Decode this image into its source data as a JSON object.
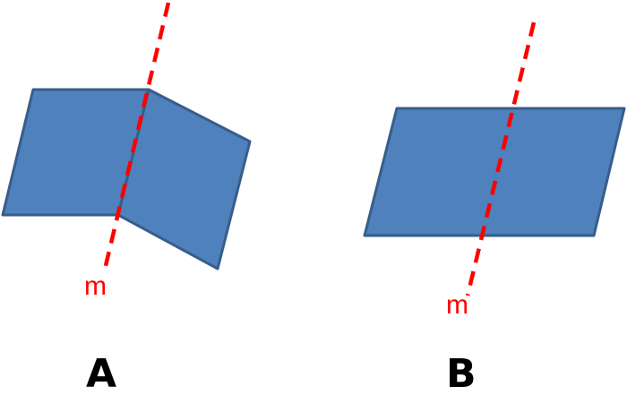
{
  "figures": [
    {
      "id": "A",
      "label": "A",
      "line_label": "m",
      "description": "Two parallelograms joined along line m, not mirror images (bent shape)"
    },
    {
      "id": "B",
      "label": "B",
      "line_label": "m",
      "description": "Single parallelogram divided by line m"
    }
  ],
  "colors": {
    "shape_fill": "#4f81bd",
    "shape_stroke": "#385d8a",
    "line_color": "#ff0000",
    "label_color": "#000000"
  }
}
